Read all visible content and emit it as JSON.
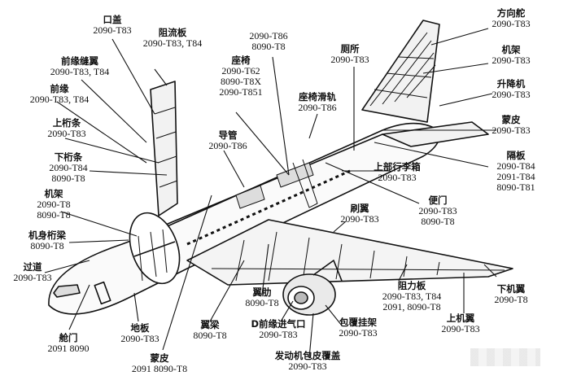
{
  "labels": [
    {
      "id": "kougai",
      "title": "口盖",
      "codes": [
        "2090-T83"
      ]
    },
    {
      "id": "zuliuban",
      "title": "阻流板",
      "codes": [
        "2090-T83, T84"
      ]
    },
    {
      "id": "qianyuanfeng",
      "title": "前缘缝翼",
      "codes": [
        "2090-T83, T84"
      ]
    },
    {
      "id": "qianyuan",
      "title": "前缘",
      "codes": [
        "2090-T83, T84"
      ]
    },
    {
      "id": "shanghengtiao",
      "title": "上桁条",
      "codes": [
        "2090-T83"
      ]
    },
    {
      "id": "xiahengtiao",
      "title": "下桁条",
      "codes": [
        "2090-T84",
        "8090-T8"
      ]
    },
    {
      "id": "jijia-left",
      "title": "机架",
      "codes": [
        "2090-T8",
        "8090-T8"
      ]
    },
    {
      "id": "jishenhengliang",
      "title": "机身桁梁",
      "codes": [
        "8090-T8"
      ]
    },
    {
      "id": "guodao",
      "title": "过道",
      "codes": [
        "2090-T83"
      ]
    },
    {
      "id": "cangmen",
      "title": "舱门",
      "codes": [
        "2091  8090"
      ]
    },
    {
      "id": "diban",
      "title": "地板",
      "codes": [
        "2090-T83"
      ]
    },
    {
      "id": "mengpi-bottom",
      "title": "蒙皮",
      "codes": [
        "2091  8090-T8"
      ]
    },
    {
      "id": "yiliang",
      "title": "翼梁",
      "codes": [
        "8090-T8"
      ]
    },
    {
      "id": "yilei",
      "title": "翼肋",
      "codes": [
        "8090-T8"
      ]
    },
    {
      "id": "daoguan",
      "title": "导管",
      "codes": [
        "2090-T86"
      ]
    },
    {
      "id": "zuoyi",
      "title": "座椅",
      "codes": [
        "2090-T62",
        "8090-T8X",
        "2090-T851"
      ]
    },
    {
      "id": "top-codes",
      "title": "",
      "codes": [
        "2090-T86",
        "8090-T8"
      ]
    },
    {
      "id": "cesuo",
      "title": "厕所",
      "codes": [
        "2090-T83"
      ]
    },
    {
      "id": "zuoyihuagui",
      "title": "座椅滑轨",
      "codes": [
        "2090-T86"
      ]
    },
    {
      "id": "fangxiangduo",
      "title": "方向舵",
      "codes": [
        "2090-T83"
      ]
    },
    {
      "id": "jijia-right",
      "title": "机架",
      "codes": [
        "2090-T83"
      ]
    },
    {
      "id": "shengjiangji",
      "title": "升降机",
      "codes": [
        "2090-T83"
      ]
    },
    {
      "id": "mengpi-right",
      "title": "蒙皮",
      "codes": [
        "2090-T83"
      ]
    },
    {
      "id": "geban",
      "title": "隔板",
      "codes": [
        "2090-T84",
        "2091-T84",
        "8090-T81"
      ]
    },
    {
      "id": "shangbuxingli",
      "title": "上部行李箱",
      "codes": [
        "2090-T83"
      ]
    },
    {
      "id": "bianmen",
      "title": "便门",
      "codes": [
        "2090-T83",
        "8090-T8"
      ]
    },
    {
      "id": "shuayi",
      "title": "刷翼",
      "codes": [
        "2090-T83"
      ]
    },
    {
      "id": "zulibai",
      "title": "阻力板",
      "codes": [
        "2090-T83, T84",
        "2091, 8090-T8"
      ]
    },
    {
      "id": "xiajiyi",
      "title": "下机翼",
      "codes": [
        "2090-T8"
      ]
    },
    {
      "id": "shangjiyi",
      "title": "上机翼",
      "codes": [
        "2090-T83"
      ]
    },
    {
      "id": "dqianyuan",
      "title": "D前缘进气口",
      "codes": [
        "2090-T83"
      ]
    },
    {
      "id": "baofu",
      "title": "包覆挂架",
      "codes": [
        "2090-T83"
      ]
    },
    {
      "id": "fadongji",
      "title": "发动机包皮覆盖",
      "codes": [
        "2090-T83"
      ]
    }
  ]
}
